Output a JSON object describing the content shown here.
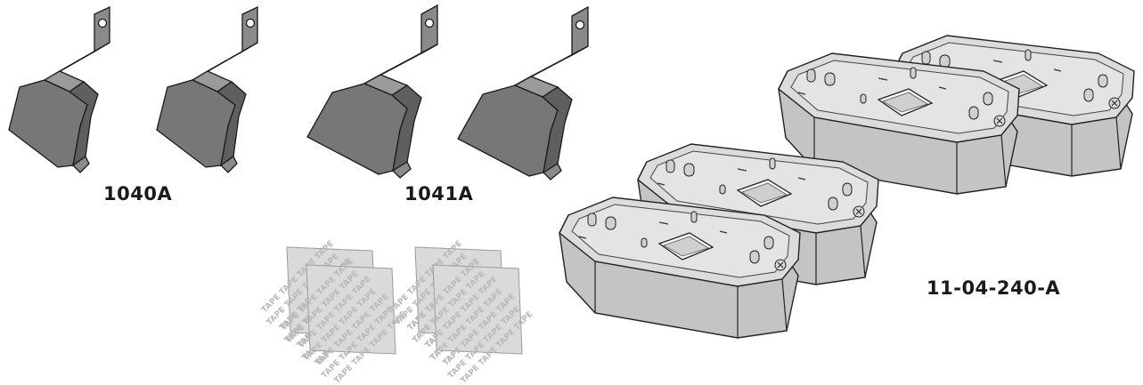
{
  "labels": {
    "bracket_pair_1": "1040A",
    "bracket_pair_2": "1041A",
    "base_set": "11-04-240-A"
  },
  "tape_word": "TAPE",
  "colors": {
    "bracket_fill": "#777777",
    "bracket_top": "#8a8a8a",
    "bracket_edge": "#1a1a1a",
    "base_fill": "#dcdcdc",
    "base_side": "#c4c4c4",
    "base_edge": "#222222",
    "tape_fill": "#dadada",
    "tape_text": "#b9b9b9"
  }
}
